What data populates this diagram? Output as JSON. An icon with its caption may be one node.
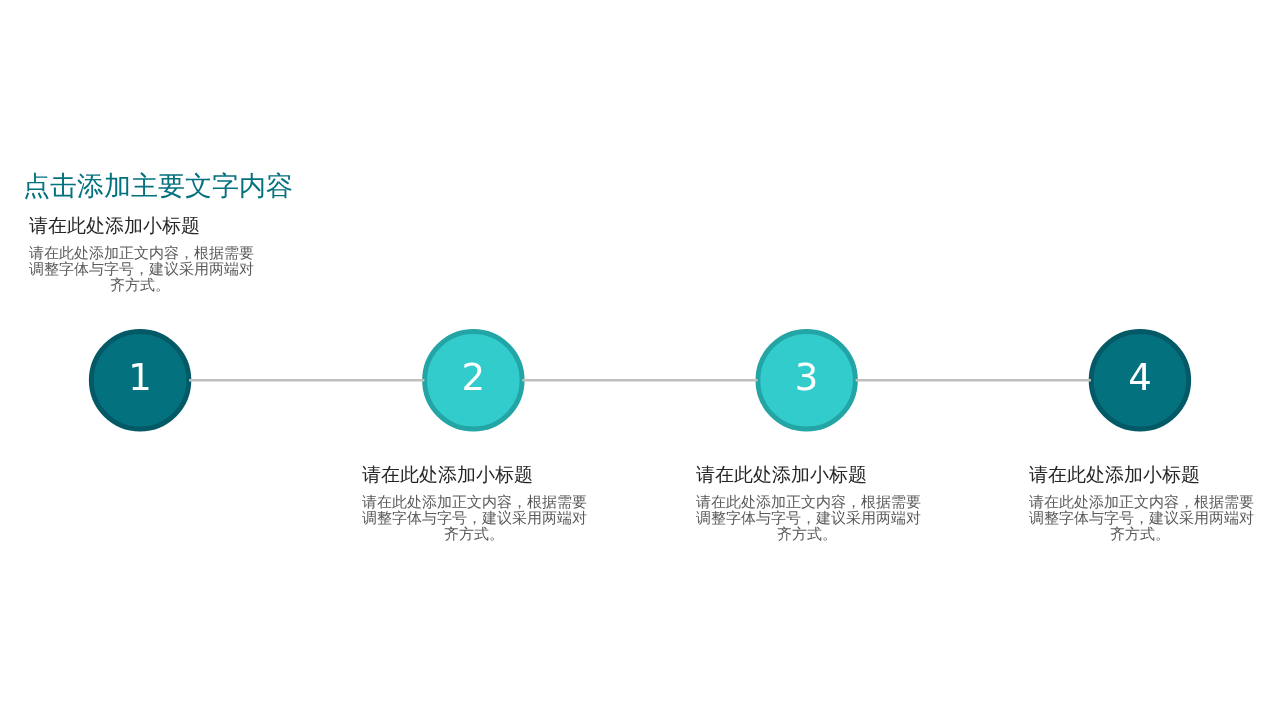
{
  "diagram": {
    "title": "点击添加主要文字内容",
    "nodes": [
      {
        "text": [
          "1"
        ],
        "beside": [
          "请在此处添加小标题",
          "请在此处添加正文内容，根据需要调整字体与字号，建议采用两端对齐方式。"
        ]
      },
      {
        "text": [
          "2"
        ],
        "beside": [
          "请在此处添加小标题",
          "请在此处添加正文内容，根据需要调整字体与字号，建议采用两端对齐方式。"
        ]
      },
      {
        "text": [
          "3"
        ],
        "beside": [
          "请在此处添加小标题",
          "请在此处添加正文内容，根据需要调整字体与字号，建议采用两端对齐方式。"
        ]
      },
      {
        "text": [
          "4"
        ],
        "beside": [
          "请在此处添加小标题",
          "请在此处添加正文内容，根据需要调整字体与字号，建议采用两端对齐方式。"
        ]
      }
    ],
    "edges": [
      {
        "from": 0,
        "to": 1,
        "arrow": "none"
      },
      {
        "from": 1,
        "to": 2,
        "arrow": "none"
      },
      {
        "from": 2,
        "to": 3,
        "arrow": "none"
      }
    ]
  }
}
